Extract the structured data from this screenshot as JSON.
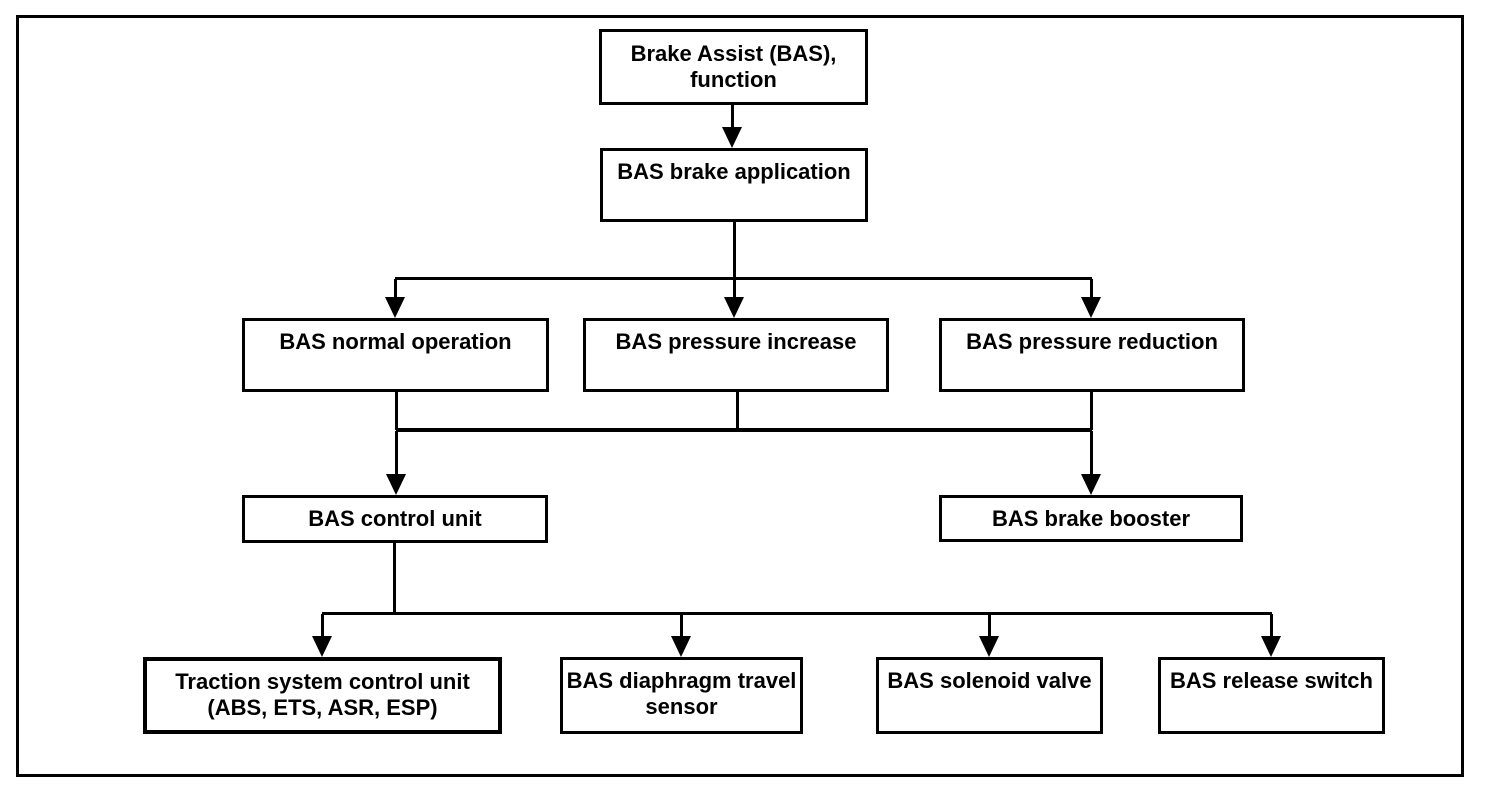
{
  "diagram": {
    "title": "Brake Assist (BAS), function",
    "colors": {
      "line": "#000000",
      "background": "#ffffff",
      "text": "#000000"
    },
    "nodes": {
      "brake_assist_function": {
        "lines": [
          "Brake Assist (BAS),",
          "function"
        ]
      },
      "bas_brake_application": {
        "lines": [
          "BAS brake application"
        ]
      },
      "bas_normal_operation": {
        "lines": [
          "BAS normal operation"
        ]
      },
      "bas_pressure_increase": {
        "lines": [
          "BAS pressure increase"
        ]
      },
      "bas_pressure_reduction": {
        "lines": [
          "BAS pressure reduction"
        ]
      },
      "bas_control_unit": {
        "lines": [
          "BAS control unit"
        ]
      },
      "bas_brake_booster": {
        "lines": [
          "BAS brake booster"
        ]
      },
      "traction_system_control_unit": {
        "lines": [
          "Traction system control unit",
          "(ABS, ETS, ASR, ESP)"
        ]
      },
      "bas_diaphragm_travel_sensor": {
        "lines": [
          "BAS diaphragm travel",
          "sensor"
        ]
      },
      "bas_solenoid_valve": {
        "lines": [
          "BAS solenoid valve"
        ]
      },
      "bas_release_switch": {
        "lines": [
          "BAS release switch"
        ]
      }
    },
    "connections": [
      {
        "from": [
          "brake_assist_function"
        ],
        "to": [
          "bas_brake_application"
        ]
      },
      {
        "from": [
          "bas_brake_application"
        ],
        "to": [
          "bas_normal_operation",
          "bas_pressure_increase",
          "bas_pressure_reduction"
        ]
      },
      {
        "from": [
          "bas_normal_operation",
          "bas_pressure_increase",
          "bas_pressure_reduction"
        ],
        "to": [
          "bas_control_unit",
          "bas_brake_booster"
        ]
      },
      {
        "from": [
          "bas_control_unit"
        ],
        "to": [
          "traction_system_control_unit",
          "bas_diaphragm_travel_sensor",
          "bas_solenoid_valve",
          "bas_release_switch"
        ]
      }
    ]
  }
}
